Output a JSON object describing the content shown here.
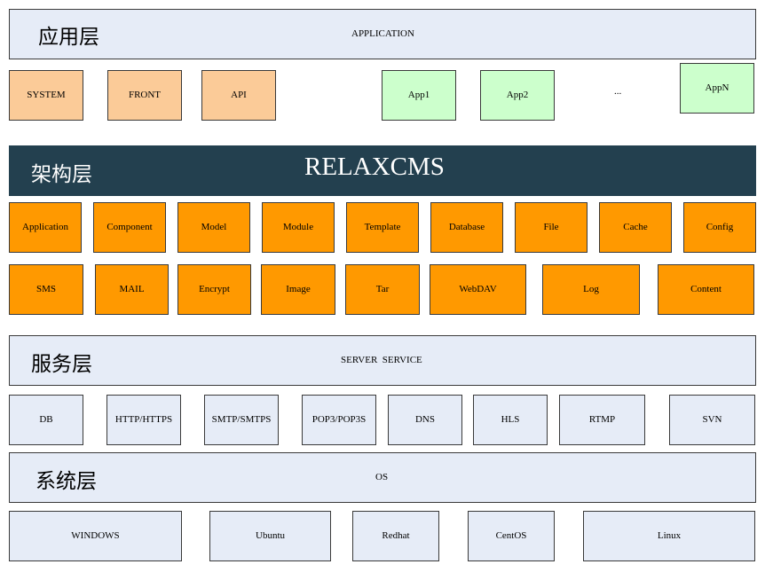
{
  "application_layer": {
    "title": "应用层",
    "label": "APPLICATION",
    "system_items": [
      "SYSTEM",
      "FRONT",
      "API"
    ],
    "apps": [
      "App1",
      "App2",
      "AppN"
    ],
    "ellipsis": "..."
  },
  "framework_layer": {
    "title": "架构层",
    "label": "RELAXCMS",
    "row1": [
      "Application",
      "Component",
      "Model",
      "Module",
      "Template",
      "Database",
      "File",
      "Cache",
      "Config"
    ],
    "row2": [
      "SMS",
      "MAIL",
      "Encrypt",
      "Image",
      "Tar",
      "WebDAV",
      "Log",
      "Content"
    ]
  },
  "service_layer": {
    "title": "服务层",
    "label": "SERVER  SERVICE",
    "items": [
      "DB",
      "HTTP/HTTPS",
      "SMTP/SMTPS",
      "POP3/POP3S",
      "DNS",
      "HLS",
      "RTMP",
      "SVN"
    ]
  },
  "system_layer": {
    "title": "系统层",
    "label": "OS",
    "items": [
      "WINDOWS",
      "Ubuntu",
      "Redhat",
      "CentOS",
      "Linux"
    ]
  },
  "colors": {
    "layer_band": "#e6ecf7",
    "system_items": "#fbcb98",
    "apps": "#ccffcc",
    "framework_band": "#23404f",
    "framework_modules": "#ff9900"
  }
}
